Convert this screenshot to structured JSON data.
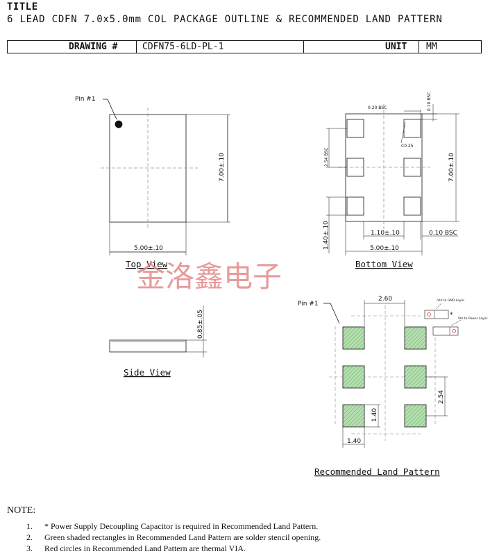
{
  "header": {
    "title_label": "TITLE",
    "title": "6 LEAD CDFN 7.0x5.0mm COL PACKAGE OUTLINE & RECOMMENDED LAND PATTERN",
    "drawing_label": "DRAWING #",
    "drawing_value": "CDFN75-6LD-PL-1",
    "unit_label": "UNIT",
    "unit_value": "MM"
  },
  "top_view": {
    "pin_label": "Pin #1",
    "height_dim": "7.00±.10",
    "width_dim": "5.00±.10",
    "caption": "Top View"
  },
  "bottom_view": {
    "dim_020": "0.20 BSC",
    "dim_010_top": "0.10 BSC",
    "dim_c025": "C0.25",
    "dim_254": "2.54 BSC",
    "height_dim": "7.00±.10",
    "dim_140": "1.40±.10",
    "dim_110": "1.10±.10",
    "dim_010_right": "0.10 BSC",
    "width_dim": "5.00±.10",
    "caption": "Bottom View"
  },
  "side_view": {
    "thickness_dim": "0.85±.05",
    "caption": "Side View"
  },
  "land_pattern": {
    "pin_label": "Pin #1",
    "dim_260": "2.60",
    "via_gnd": "VIA to GND Layer",
    "via_power": "VIA to Power Layer",
    "asterisk": "*",
    "dim_254": "2.54",
    "dim_140_v": "1.40",
    "dim_140_h": "1.40",
    "caption": "Recommended Land Pattern"
  },
  "watermark": "金洛鑫电子",
  "notes": {
    "title": "NOTE:",
    "items": [
      {
        "num": "1.",
        "text": "* Power Supply Decoupling Capacitor is required in Recommended Land Pattern."
      },
      {
        "num": "2.",
        "text": "Green shaded rectangles in Recommended Land Pattern are solder stencil opening."
      },
      {
        "num": "3.",
        "text": "Red circles in Recommended Land Pattern are thermal VIA."
      }
    ]
  },
  "colors": {
    "pad_fill": "#9fd29a",
    "via_red": "#d83a3a",
    "watermark": "#e58a8a"
  }
}
